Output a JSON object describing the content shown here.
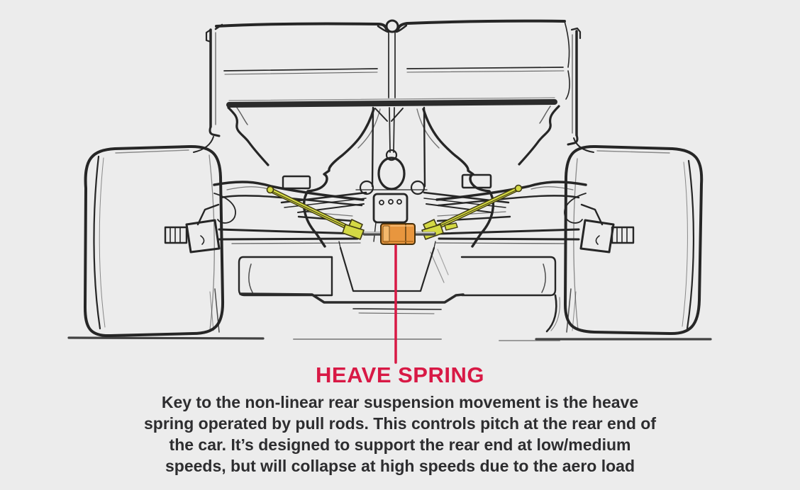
{
  "callout": {
    "title": "HEAVE SPRING",
    "body_lines": [
      "Key to the non-linear rear suspension movement is the heave",
      "spring operated by pull rods. This controls pitch at the rear end of",
      "the car. It’s designed to support the rear end at low/medium",
      "speeds, but will collapse at high speeds due to the aero load"
    ]
  },
  "diagram": {
    "type": "technical-sketch",
    "subject": "Formula 1 car rear view showing rear wing, tires, suspension and heave spring",
    "highlighted_parts": [
      "heave spring",
      "pull rods"
    ],
    "colors": {
      "background": "#ececec",
      "ink": "#262626",
      "heave_spring_fill": "#e8963e",
      "heave_spring_cap": "#f3b96b",
      "pull_rod_fill": "#d4d944",
      "leader_line": "#d81945",
      "text": "#2d2d2f"
    }
  }
}
